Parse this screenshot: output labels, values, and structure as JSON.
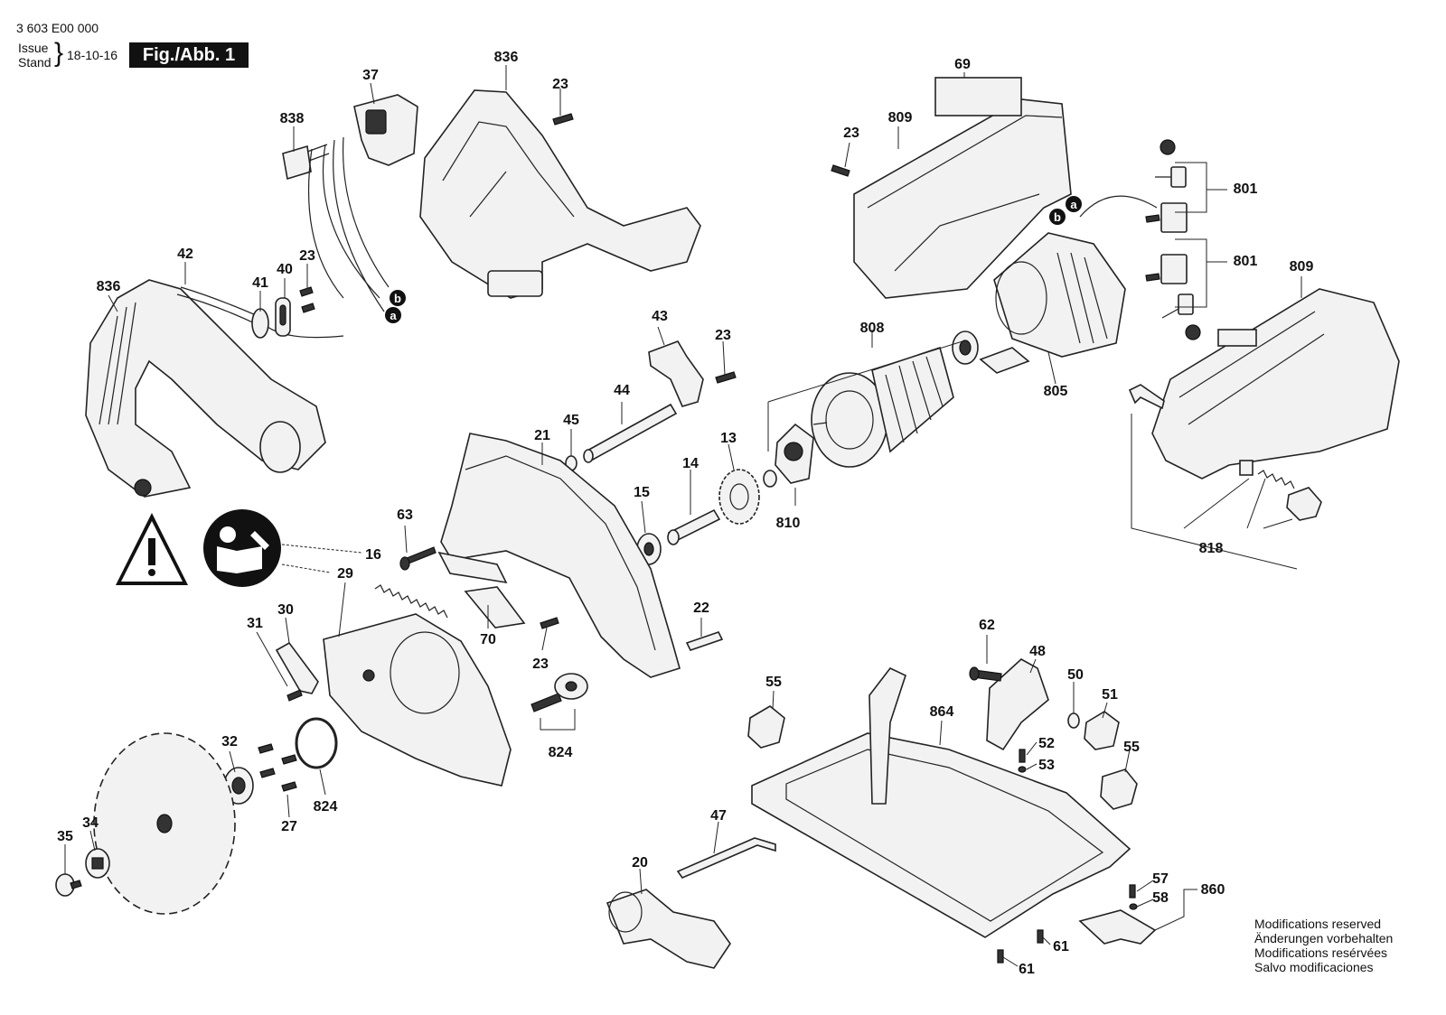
{
  "header": {
    "part_number": "3 603 E00 000",
    "issue_label": "Issue",
    "stand_label": "Stand",
    "date": "18-10-16",
    "figure": "Fig./Abb. 1"
  },
  "callouts": [
    "a",
    "b"
  ],
  "part_labels": {
    "p836a": "836",
    "p836b": "836",
    "p837": "37",
    "p838": "838",
    "p23a": "23",
    "p42": "42",
    "p41": "41",
    "p40": "40",
    "p23b": "23",
    "p69": "69",
    "p809a": "809",
    "p23c": "23",
    "p801a": "801",
    "p801b": "801",
    "p809b": "809",
    "p808": "808",
    "p805": "805",
    "p43": "43",
    "p23d": "23",
    "p44": "44",
    "p45": "45",
    "p21": "21",
    "p13": "13",
    "p14": "14",
    "p15": "15",
    "p810": "810",
    "p818": "818",
    "p63": "63",
    "p16": "16",
    "p29": "29",
    "p30": "30",
    "p31": "31",
    "p70": "70",
    "p23e": "23",
    "p22": "22",
    "p824a": "824",
    "p824b": "824",
    "p32": "32",
    "p27": "27",
    "p35": "35",
    "p34": "34",
    "p62": "62",
    "p48": "48",
    "p50": "50",
    "p51": "51",
    "p55a": "55",
    "p55b": "55",
    "p864": "864",
    "p52": "52",
    "p53": "53",
    "p47": "47",
    "p20": "20",
    "p57": "57",
    "p58": "58",
    "p860": "860",
    "p61a": "61",
    "p61b": "61"
  },
  "notes": [
    "Modifications reserved",
    "Änderungen vorbehalten",
    "Modifications resérvées",
    "Salvo modificaciones"
  ]
}
